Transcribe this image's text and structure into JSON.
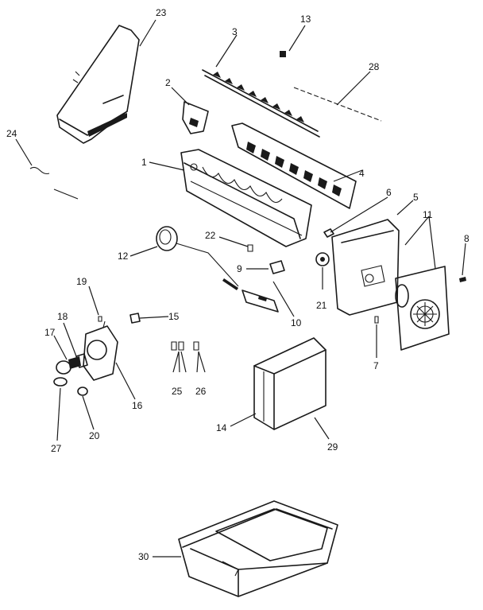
{
  "diagram": {
    "callouts": [
      {
        "id": "23",
        "text": "23"
      },
      {
        "id": "13",
        "text": "13"
      },
      {
        "id": "3",
        "text": "3"
      },
      {
        "id": "28",
        "text": "28"
      },
      {
        "id": "2",
        "text": "2"
      },
      {
        "id": "24",
        "text": "24"
      },
      {
        "id": "1",
        "text": "1"
      },
      {
        "id": "4",
        "text": "4"
      },
      {
        "id": "6",
        "text": "6"
      },
      {
        "id": "5",
        "text": "5"
      },
      {
        "id": "11",
        "text": "11"
      },
      {
        "id": "8",
        "text": "8"
      },
      {
        "id": "22",
        "text": "22"
      },
      {
        "id": "12",
        "text": "12"
      },
      {
        "id": "9",
        "text": "9"
      },
      {
        "id": "21",
        "text": "21"
      },
      {
        "id": "19",
        "text": "19"
      },
      {
        "id": "10",
        "text": "10"
      },
      {
        "id": "15",
        "text": "15"
      },
      {
        "id": "18",
        "text": "18"
      },
      {
        "id": "17",
        "text": "17"
      },
      {
        "id": "7",
        "text": "7"
      },
      {
        "id": "16",
        "text": "16"
      },
      {
        "id": "25",
        "text": "25"
      },
      {
        "id": "26",
        "text": "26"
      },
      {
        "id": "14",
        "text": "14"
      },
      {
        "id": "29",
        "text": "29"
      },
      {
        "id": "27",
        "text": "27"
      },
      {
        "id": "20",
        "text": "20"
      },
      {
        "id": "30",
        "text": "30"
      }
    ]
  }
}
